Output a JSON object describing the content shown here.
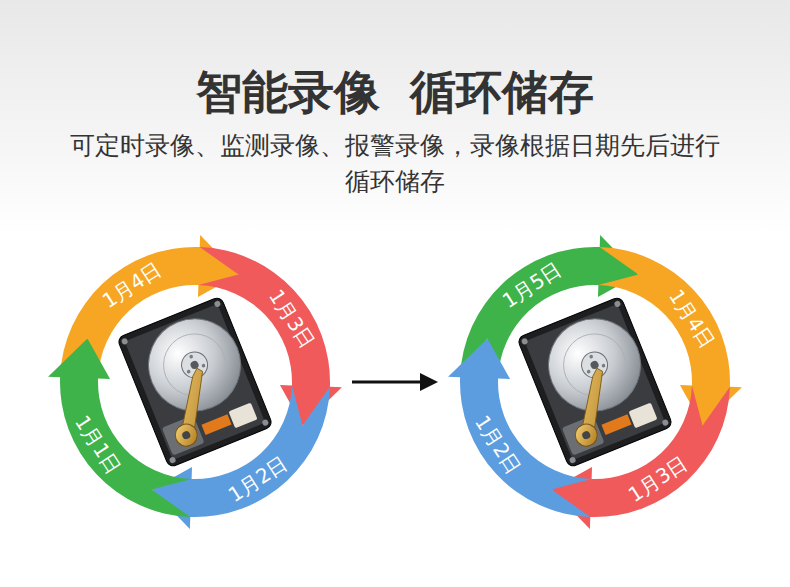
{
  "diagram": {
    "title": "智能录像 循环储存",
    "caption": "可定时录像、监测录像、报警录像，录像根据日期先后进行循环储存",
    "nodes": [
      {
        "text": [
          "1月4日"
        ]
      },
      {
        "text": [
          "1月3日"
        ]
      },
      {
        "text": [
          "1月2日"
        ]
      },
      {
        "text": [
          "1月1日"
        ]
      },
      {
        "text": [
          "1月5日"
        ]
      },
      {
        "text": [
          "1月4日"
        ]
      },
      {
        "text": [
          "1月3日"
        ]
      },
      {
        "text": [
          "1月2日"
        ]
      }
    ]
  }
}
